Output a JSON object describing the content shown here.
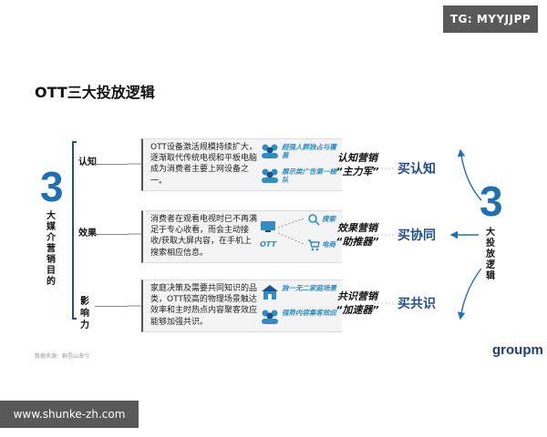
{
  "watermark_top": "TG: MYYJJPP",
  "watermark_bottom": "www.shunke-zh.com",
  "title": "OTT三大投放逻辑",
  "left_panel": {
    "number": "3",
    "label": "大媒介营销目的"
  },
  "right_panel": {
    "number": "3",
    "label": "大投放逻辑"
  },
  "rows": [
    {
      "label": "认知",
      "card_text": "OTT设备激活规模持续扩大，逐渐取代传统电视和平板电脑成为消费者主要上网设备之一。",
      "tags": [
        "超强人群独占与覆盖",
        "展示类广告第一梯队"
      ],
      "tag_icons": [
        "people-group-icon",
        "people-group-icon"
      ],
      "stage_name": "认知营销",
      "stage_role": "“主力军”",
      "action": "买认知"
    },
    {
      "label": "效果",
      "card_text": "消费者在观看电视时已不再满足于专心收看，而会主动接收/获取大屏内容，在手机上搜索相应信息。",
      "ott_label": "OTT",
      "tags": [
        "搜索",
        "电商"
      ],
      "tag_icons": [
        "search-icon",
        "cart-icon"
      ],
      "stage_name": "效果营销",
      "stage_role": "“助推器”",
      "action": "买协同"
    },
    {
      "label": "影响力",
      "card_text": "家庭决策及需要共同知识的品类，OTT较高的物理场景触达效率和主时热点内容聚客效应能够加强共识。",
      "tags": [
        "独一无二家庭场景",
        "强势内容集客效应"
      ],
      "tag_icons": [
        "house-icon",
        "people-group-icon"
      ],
      "stage_name": "共识营销",
      "stage_role": "“加速器”",
      "action": "买共识"
    }
  ],
  "source": "数据来源：群邑山海兮",
  "logo": "groupm",
  "colors": {
    "accent": "#1f6fb5",
    "navy": "#1f4f8c",
    "tag": "#2f8fc4"
  }
}
